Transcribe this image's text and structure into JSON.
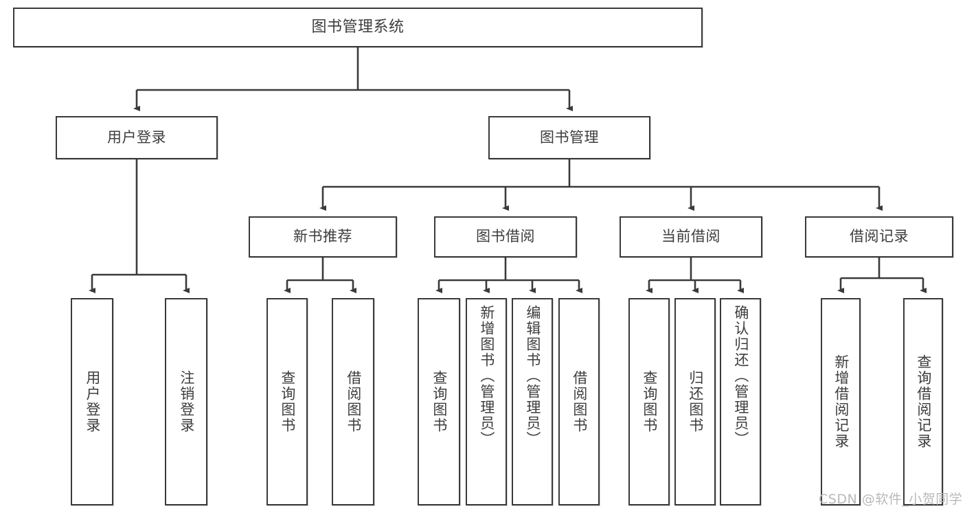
{
  "diagram": {
    "title": "图书管理系统",
    "type": "tree",
    "colors": {
      "box_border": "#3a3a3a",
      "box_fill": "#ffffff",
      "text": "#3d3d3d",
      "edge": "#3a3a3a",
      "watermark": "#b9b9b9",
      "background": "#ffffff"
    },
    "watermark": "CSDN @软件_小贺同学"
  },
  "nodes": {
    "root": {
      "label": "图书管理系统"
    },
    "level2": [
      {
        "label": "用户登录"
      },
      {
        "label": "图书管理"
      }
    ],
    "level3": [
      {
        "label": "新书推荐"
      },
      {
        "label": "图书借阅"
      },
      {
        "label": "当前借阅"
      },
      {
        "label": "借阅记录"
      }
    ],
    "leaves": {
      "user_login": [
        {
          "label": "用户登录"
        },
        {
          "label": "注销登录"
        }
      ],
      "new_book_recommend": [
        {
          "label": "查询图书"
        },
        {
          "label": "借阅图书"
        }
      ],
      "book_borrow": [
        {
          "label": "查询图书"
        },
        {
          "label": "新增图书（管理员）"
        },
        {
          "label": "编辑图书（管理员）"
        },
        {
          "label": "借阅图书"
        }
      ],
      "current_borrow": [
        {
          "label": "查询图书"
        },
        {
          "label": "归还图书"
        },
        {
          "label": "确认归还（管理员）"
        }
      ],
      "borrow_record": [
        {
          "label": "新增借阅记录"
        },
        {
          "label": "查询借阅记录"
        }
      ]
    }
  }
}
